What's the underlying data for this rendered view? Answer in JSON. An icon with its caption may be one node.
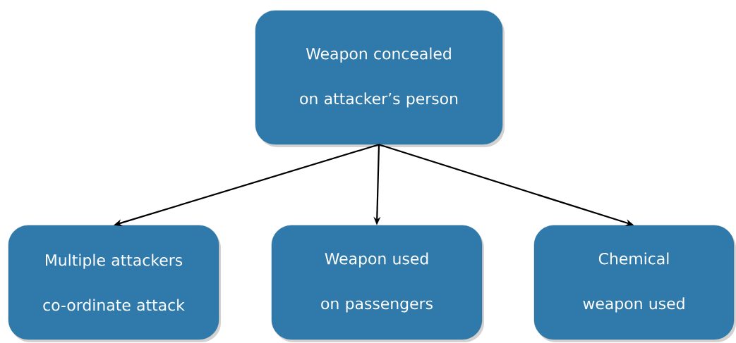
{
  "diagram": {
    "nodes": [
      {
        "text": [
          "Weapon concealed on attacker’s person"
        ]
      },
      {
        "text": [
          "Multiple attackers co-ordinate attack"
        ]
      },
      {
        "text": [
          "Weapon used on passengers"
        ]
      },
      {
        "text": [
          "Chemical weapon used"
        ]
      }
    ],
    "edges": [
      {
        "from": 0,
        "to": 1,
        "arrow": "to"
      },
      {
        "from": 0,
        "to": 2,
        "arrow": "to"
      },
      {
        "from": 0,
        "to": 3,
        "arrow": "to"
      }
    ]
  }
}
